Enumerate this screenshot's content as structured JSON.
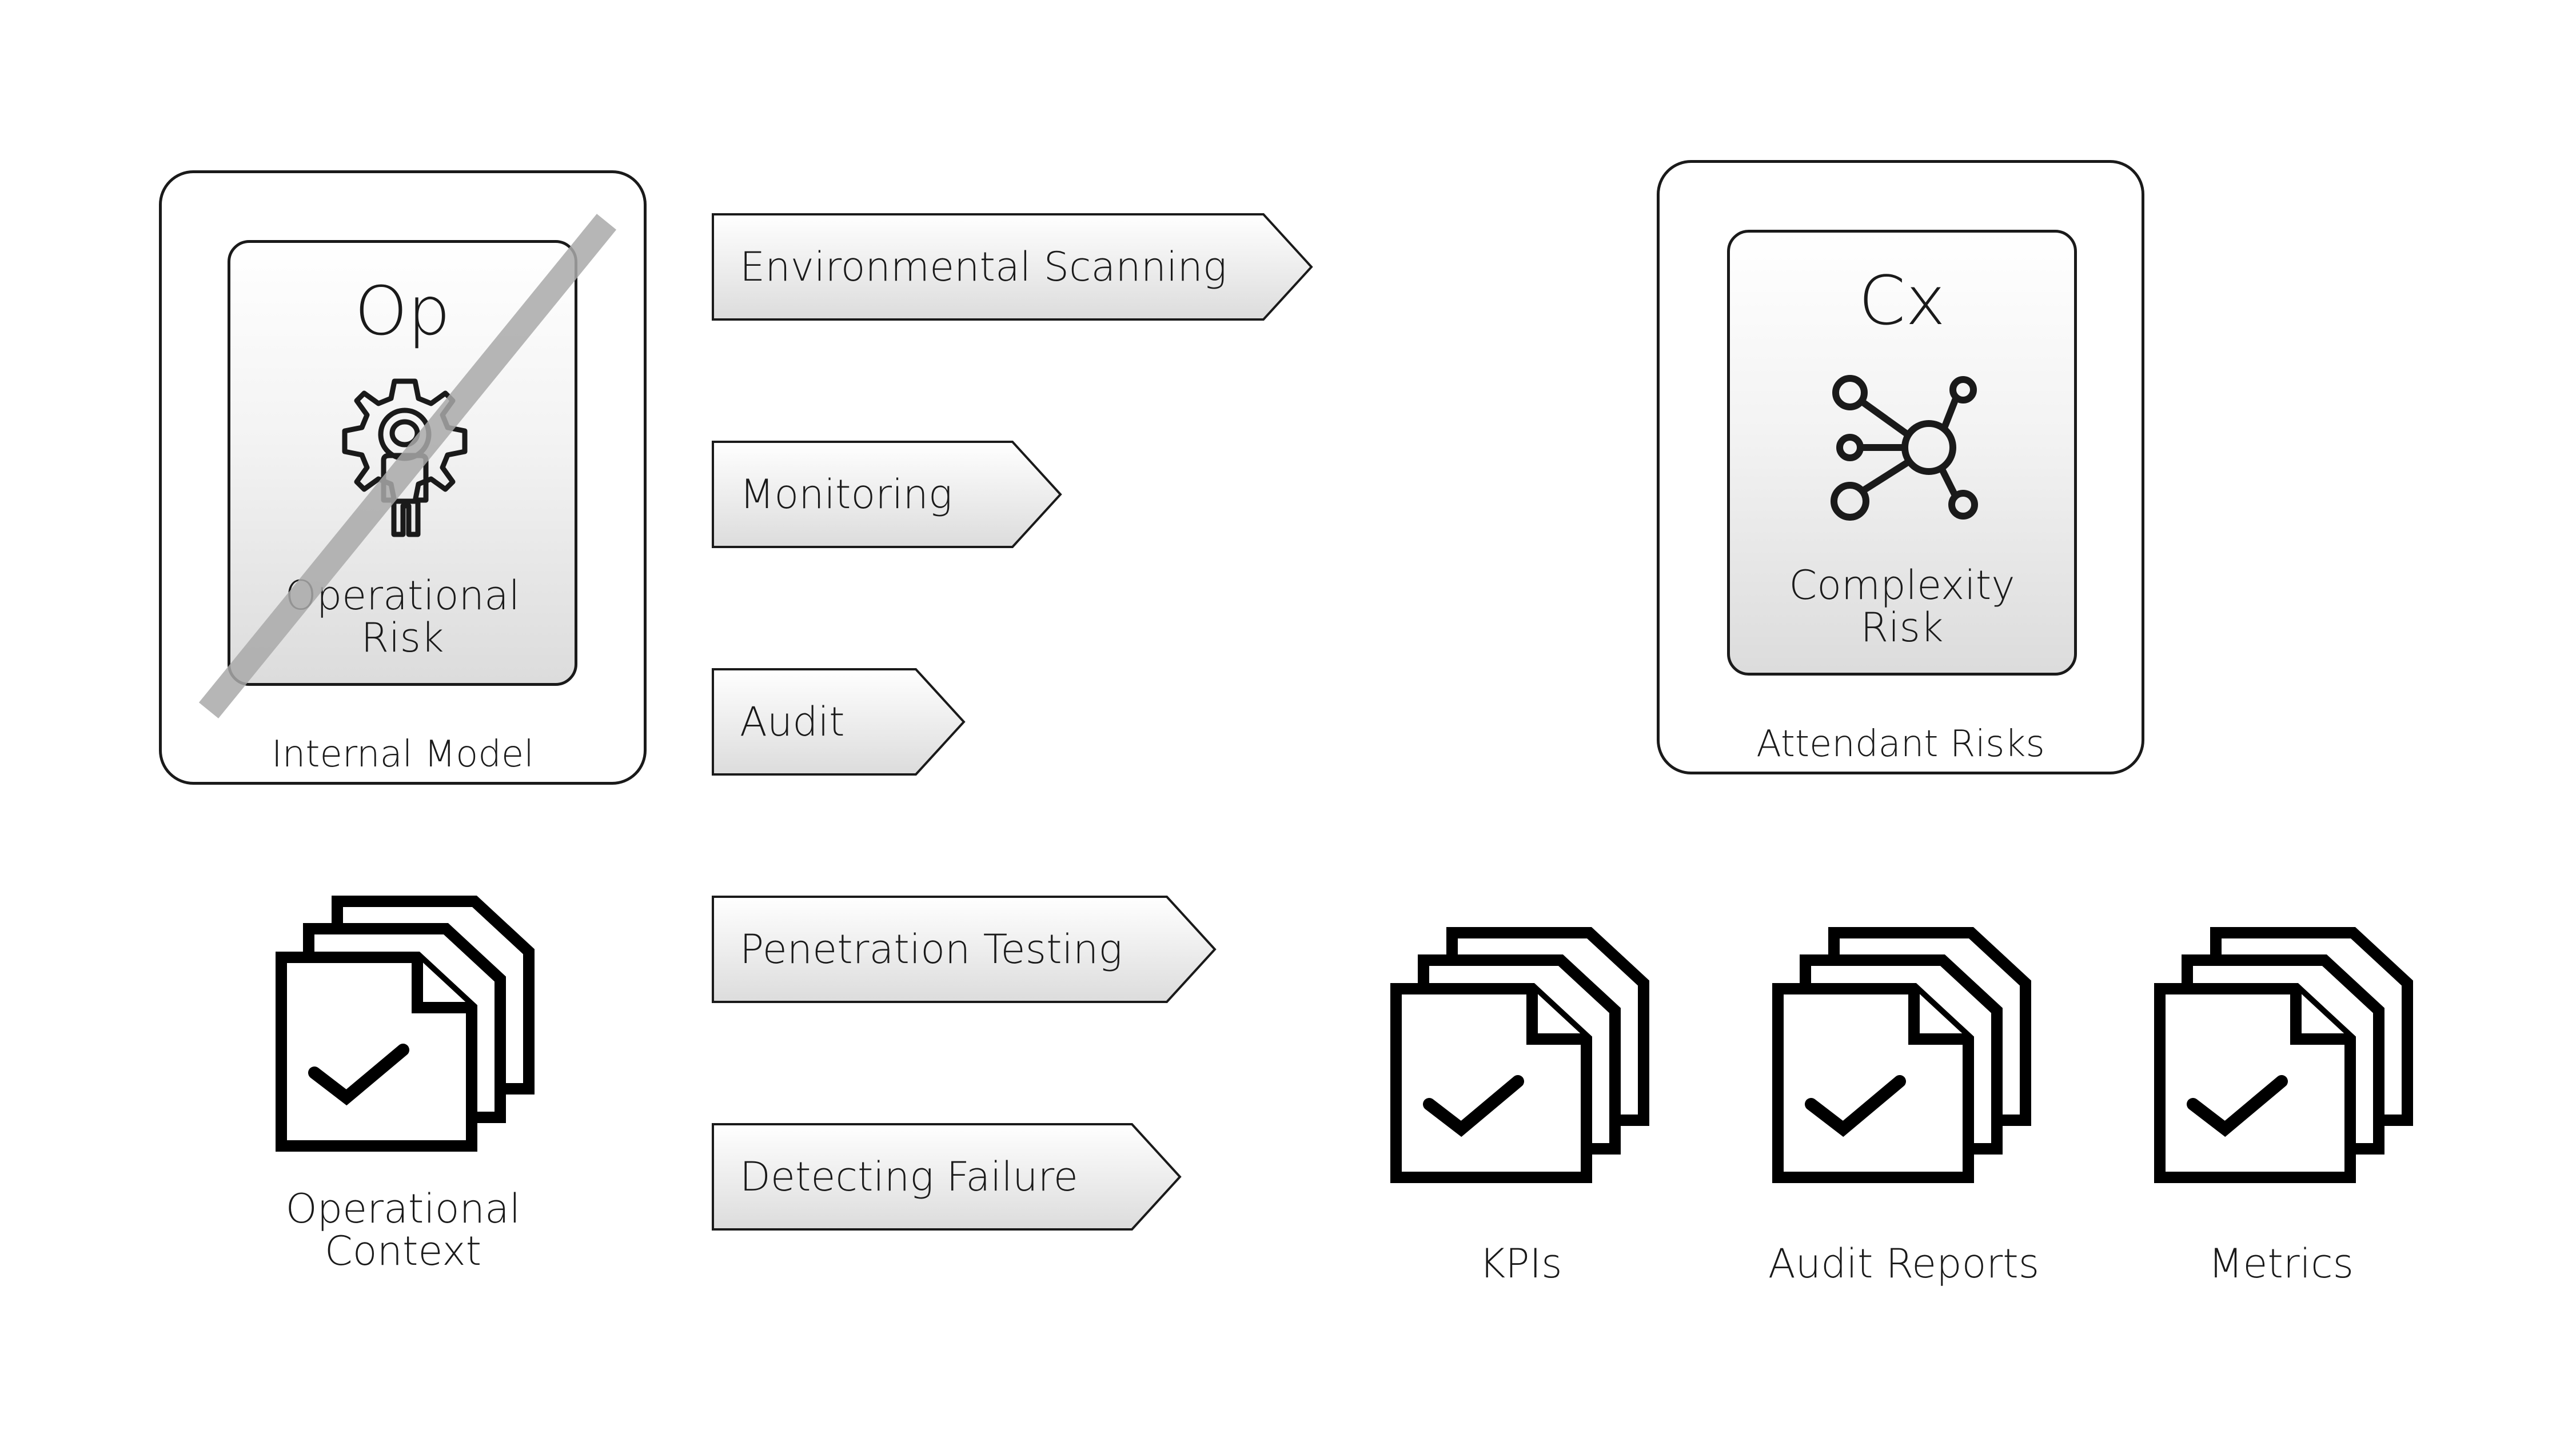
{
  "internal_model": {
    "caption": "Internal Model",
    "card": {
      "code": "Op",
      "label_line1": "Operational",
      "label_line2": "Risk",
      "icon": "gear-person-icon",
      "crossed_out": true
    }
  },
  "attendant_risks": {
    "caption": "Attendant Risks",
    "card": {
      "code": "Cx",
      "label_line1": "Complexity",
      "label_line2": "Risk",
      "icon": "network-node-icon"
    }
  },
  "activities": [
    {
      "label": "Environmental Scanning"
    },
    {
      "label": "Monitoring"
    },
    {
      "label": "Audit"
    },
    {
      "label": "Penetration Testing"
    },
    {
      "label": "Detecting Failure"
    }
  ],
  "operational_context": {
    "label_line1": "Operational",
    "label_line2": "Context",
    "icon": "document-stack-check-icon"
  },
  "outputs": [
    {
      "label": "KPIs",
      "icon": "document-stack-check-icon"
    },
    {
      "label": "Audit Reports",
      "icon": "document-stack-check-icon"
    },
    {
      "label": "Metrics",
      "icon": "document-stack-check-icon"
    }
  ],
  "colors": {
    "stroke": "#1a1a1a",
    "strike": "#a9a9a9",
    "gradient_top": "#ffffff",
    "gradient_bottom": "#dcdcdc"
  }
}
